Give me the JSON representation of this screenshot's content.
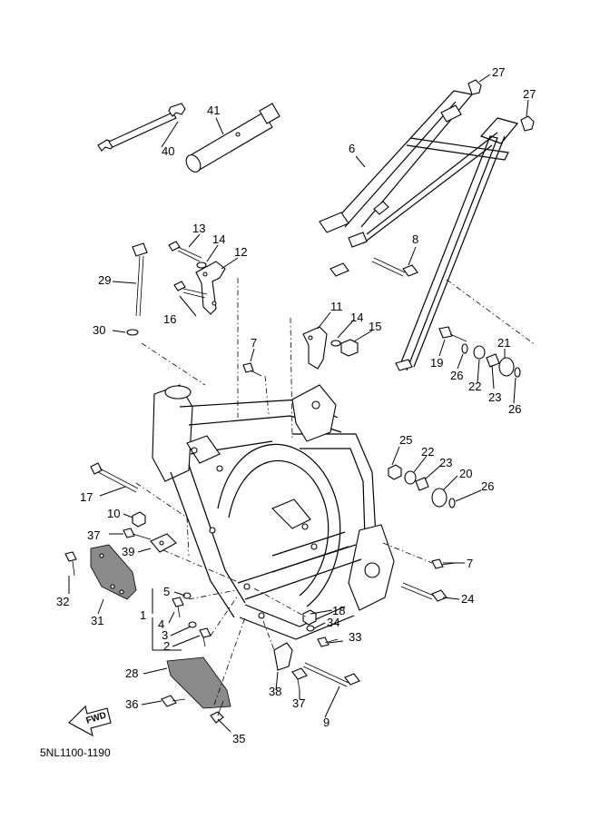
{
  "diagram": {
    "figure_code": "5NL1100-1190",
    "fwd_label": "FWD",
    "labels": {
      "p1": "1",
      "p2": "2",
      "p3": "3",
      "p4": "4",
      "p5": "5",
      "p6": "6",
      "p7a": "7",
      "p7b": "7",
      "p8": "8",
      "p9": "9",
      "p10": "10",
      "p11": "11",
      "p12": "12",
      "p13": "13",
      "p14a": "14",
      "p14b": "14",
      "p15": "15",
      "p16": "16",
      "p17": "17",
      "p18": "18",
      "p19": "19",
      "p20": "20",
      "p21": "21",
      "p22a": "22",
      "p22b": "22",
      "p23a": "23",
      "p23b": "23",
      "p24": "24",
      "p25": "25",
      "p26a": "26",
      "p26b": "26",
      "p26c": "26",
      "p27a": "27",
      "p27b": "27",
      "p28": "28",
      "p29": "29",
      "p30": "30",
      "p31": "31",
      "p32": "32",
      "p33": "33",
      "p34": "34",
      "p35": "35",
      "p36": "36",
      "p37a": "37",
      "p37b": "37",
      "p38": "38",
      "p39": "39",
      "p40": "40",
      "p41": "41"
    }
  }
}
